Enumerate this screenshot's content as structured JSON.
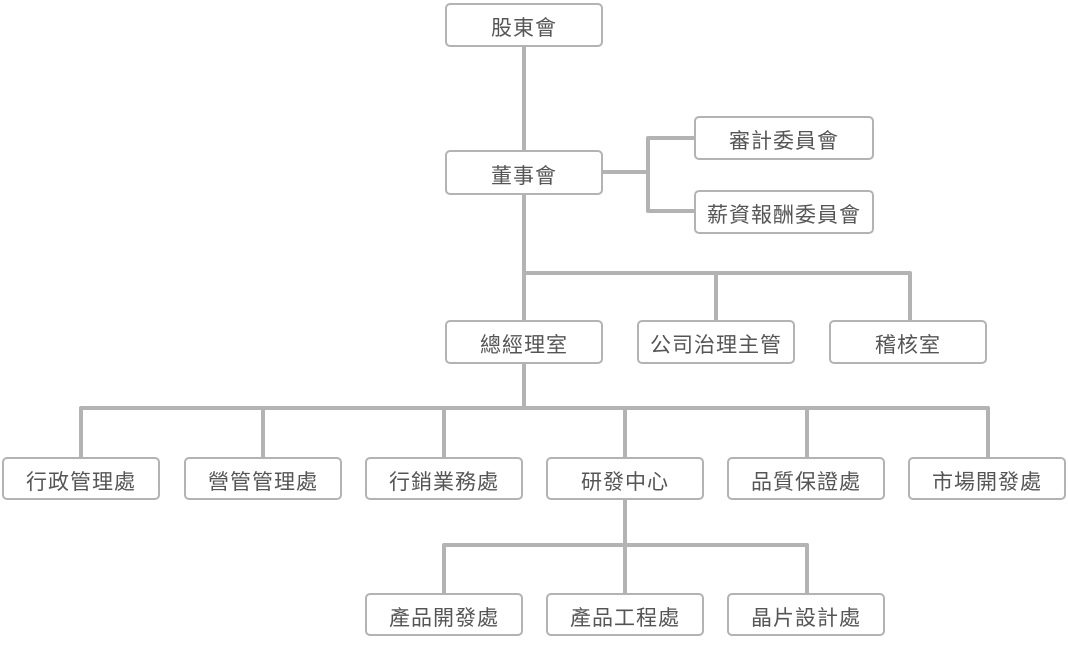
{
  "org_chart": {
    "shareholders": "股東會",
    "board": "董事會",
    "audit_committee": "審計委員會",
    "compensation_committee": "薪資報酬委員會",
    "president_office": "總經理室",
    "governance_officer": "公司治理主管",
    "internal_audit": "稽核室",
    "admin": "行政管理處",
    "business_management": "營管管理處",
    "sales": "行銷業務處",
    "rd_center": "研發中心",
    "quality_assurance": "品質保證處",
    "market_development": "市場開發處",
    "product_development": "產品開發處",
    "product_engineering": "產品工程處",
    "chip_design": "晶片設計處"
  },
  "colors": {
    "line": "#b3b3b3",
    "box_border": "#b3b3b3",
    "text": "#555555",
    "background": "#ffffff"
  }
}
